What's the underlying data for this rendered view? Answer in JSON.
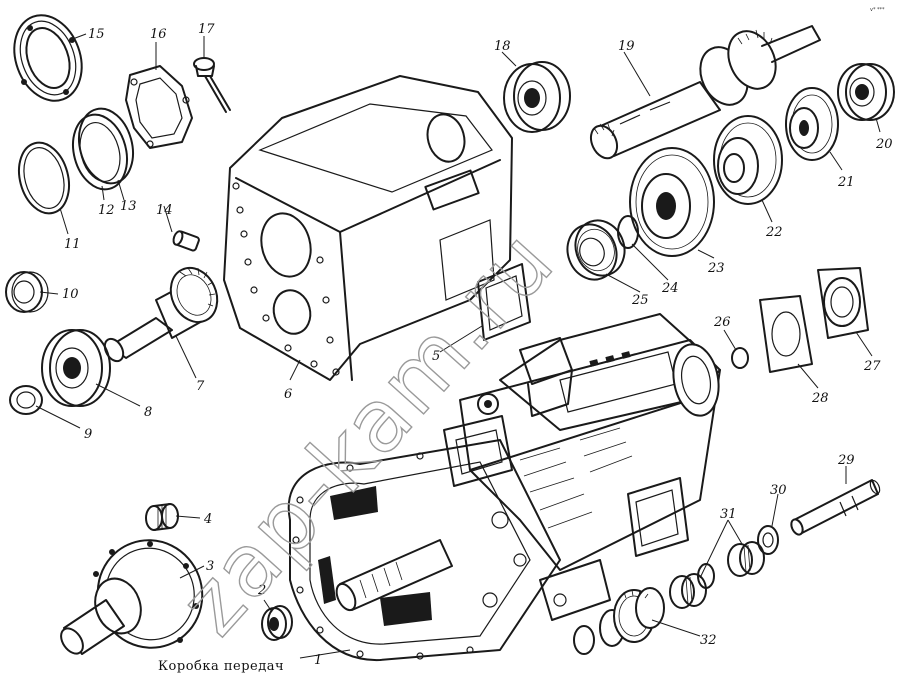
{
  "caption": "Коробка передач",
  "watermark": "zap-kam.ru",
  "corner_mark": "v* ***",
  "callouts": [
    "1",
    "2",
    "3",
    "4",
    "5",
    "6",
    "7",
    "8",
    "9",
    "10",
    "11",
    "12",
    "13",
    "14",
    "15",
    "16",
    "17",
    "18",
    "19",
    "20",
    "21",
    "22",
    "23",
    "24",
    "25",
    "26",
    "27",
    "28",
    "29",
    "30",
    "31",
    "32"
  ]
}
